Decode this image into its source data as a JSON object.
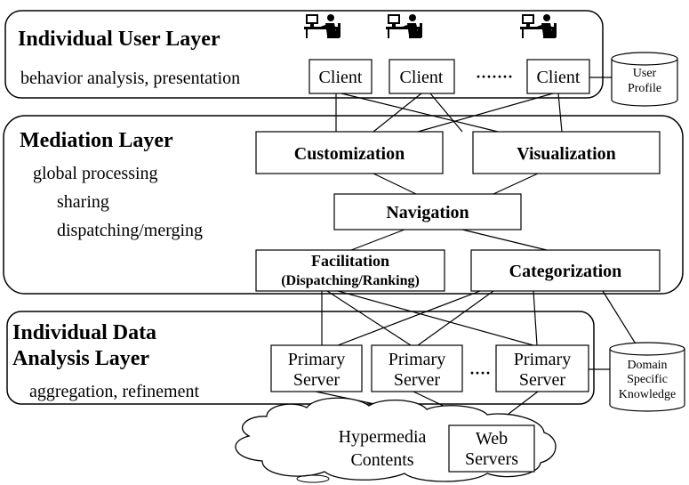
{
  "user_layer": {
    "title": "Individual User Layer",
    "description": "behavior analysis, presentation",
    "client_1": "Client",
    "client_2": "Client",
    "client_3": "Client",
    "ellipsis": "·······",
    "user_profile_line1": "User",
    "user_profile_line2": "Profile"
  },
  "mediation_layer": {
    "title": "Mediation Layer",
    "desc_1": "global processing",
    "desc_2": "sharing",
    "desc_3": "dispatching/merging",
    "customization": "Customization",
    "visualization": "Visualization",
    "navigation": "Navigation",
    "facilitation_line1": "Facilitation",
    "facilitation_line2": "(Dispatching/Ranking)",
    "categorization": "Categorization"
  },
  "data_layer": {
    "title_line1": "Individual Data",
    "title_line2": "Analysis Layer",
    "description": "aggregation, refinement",
    "server_1_line1": "Primary",
    "server_1_line2": "Server",
    "server_2_line1": "Primary",
    "server_2_line2": "Server",
    "server_3_line1": "Primary",
    "server_3_line2": "Server",
    "ellipsis": "····",
    "domain_line1": "Domain",
    "domain_line2": "Specific",
    "domain_line3": "Knowledge"
  },
  "cloud": {
    "hypermedia_line1": "Hypermedia",
    "hypermedia_line2": "Contents",
    "web_line1": "Web",
    "web_line2": "Servers"
  },
  "icons": {
    "user": "computer-user-icon",
    "database": "database-cylinder-icon",
    "cloud": "cloud-icon"
  }
}
